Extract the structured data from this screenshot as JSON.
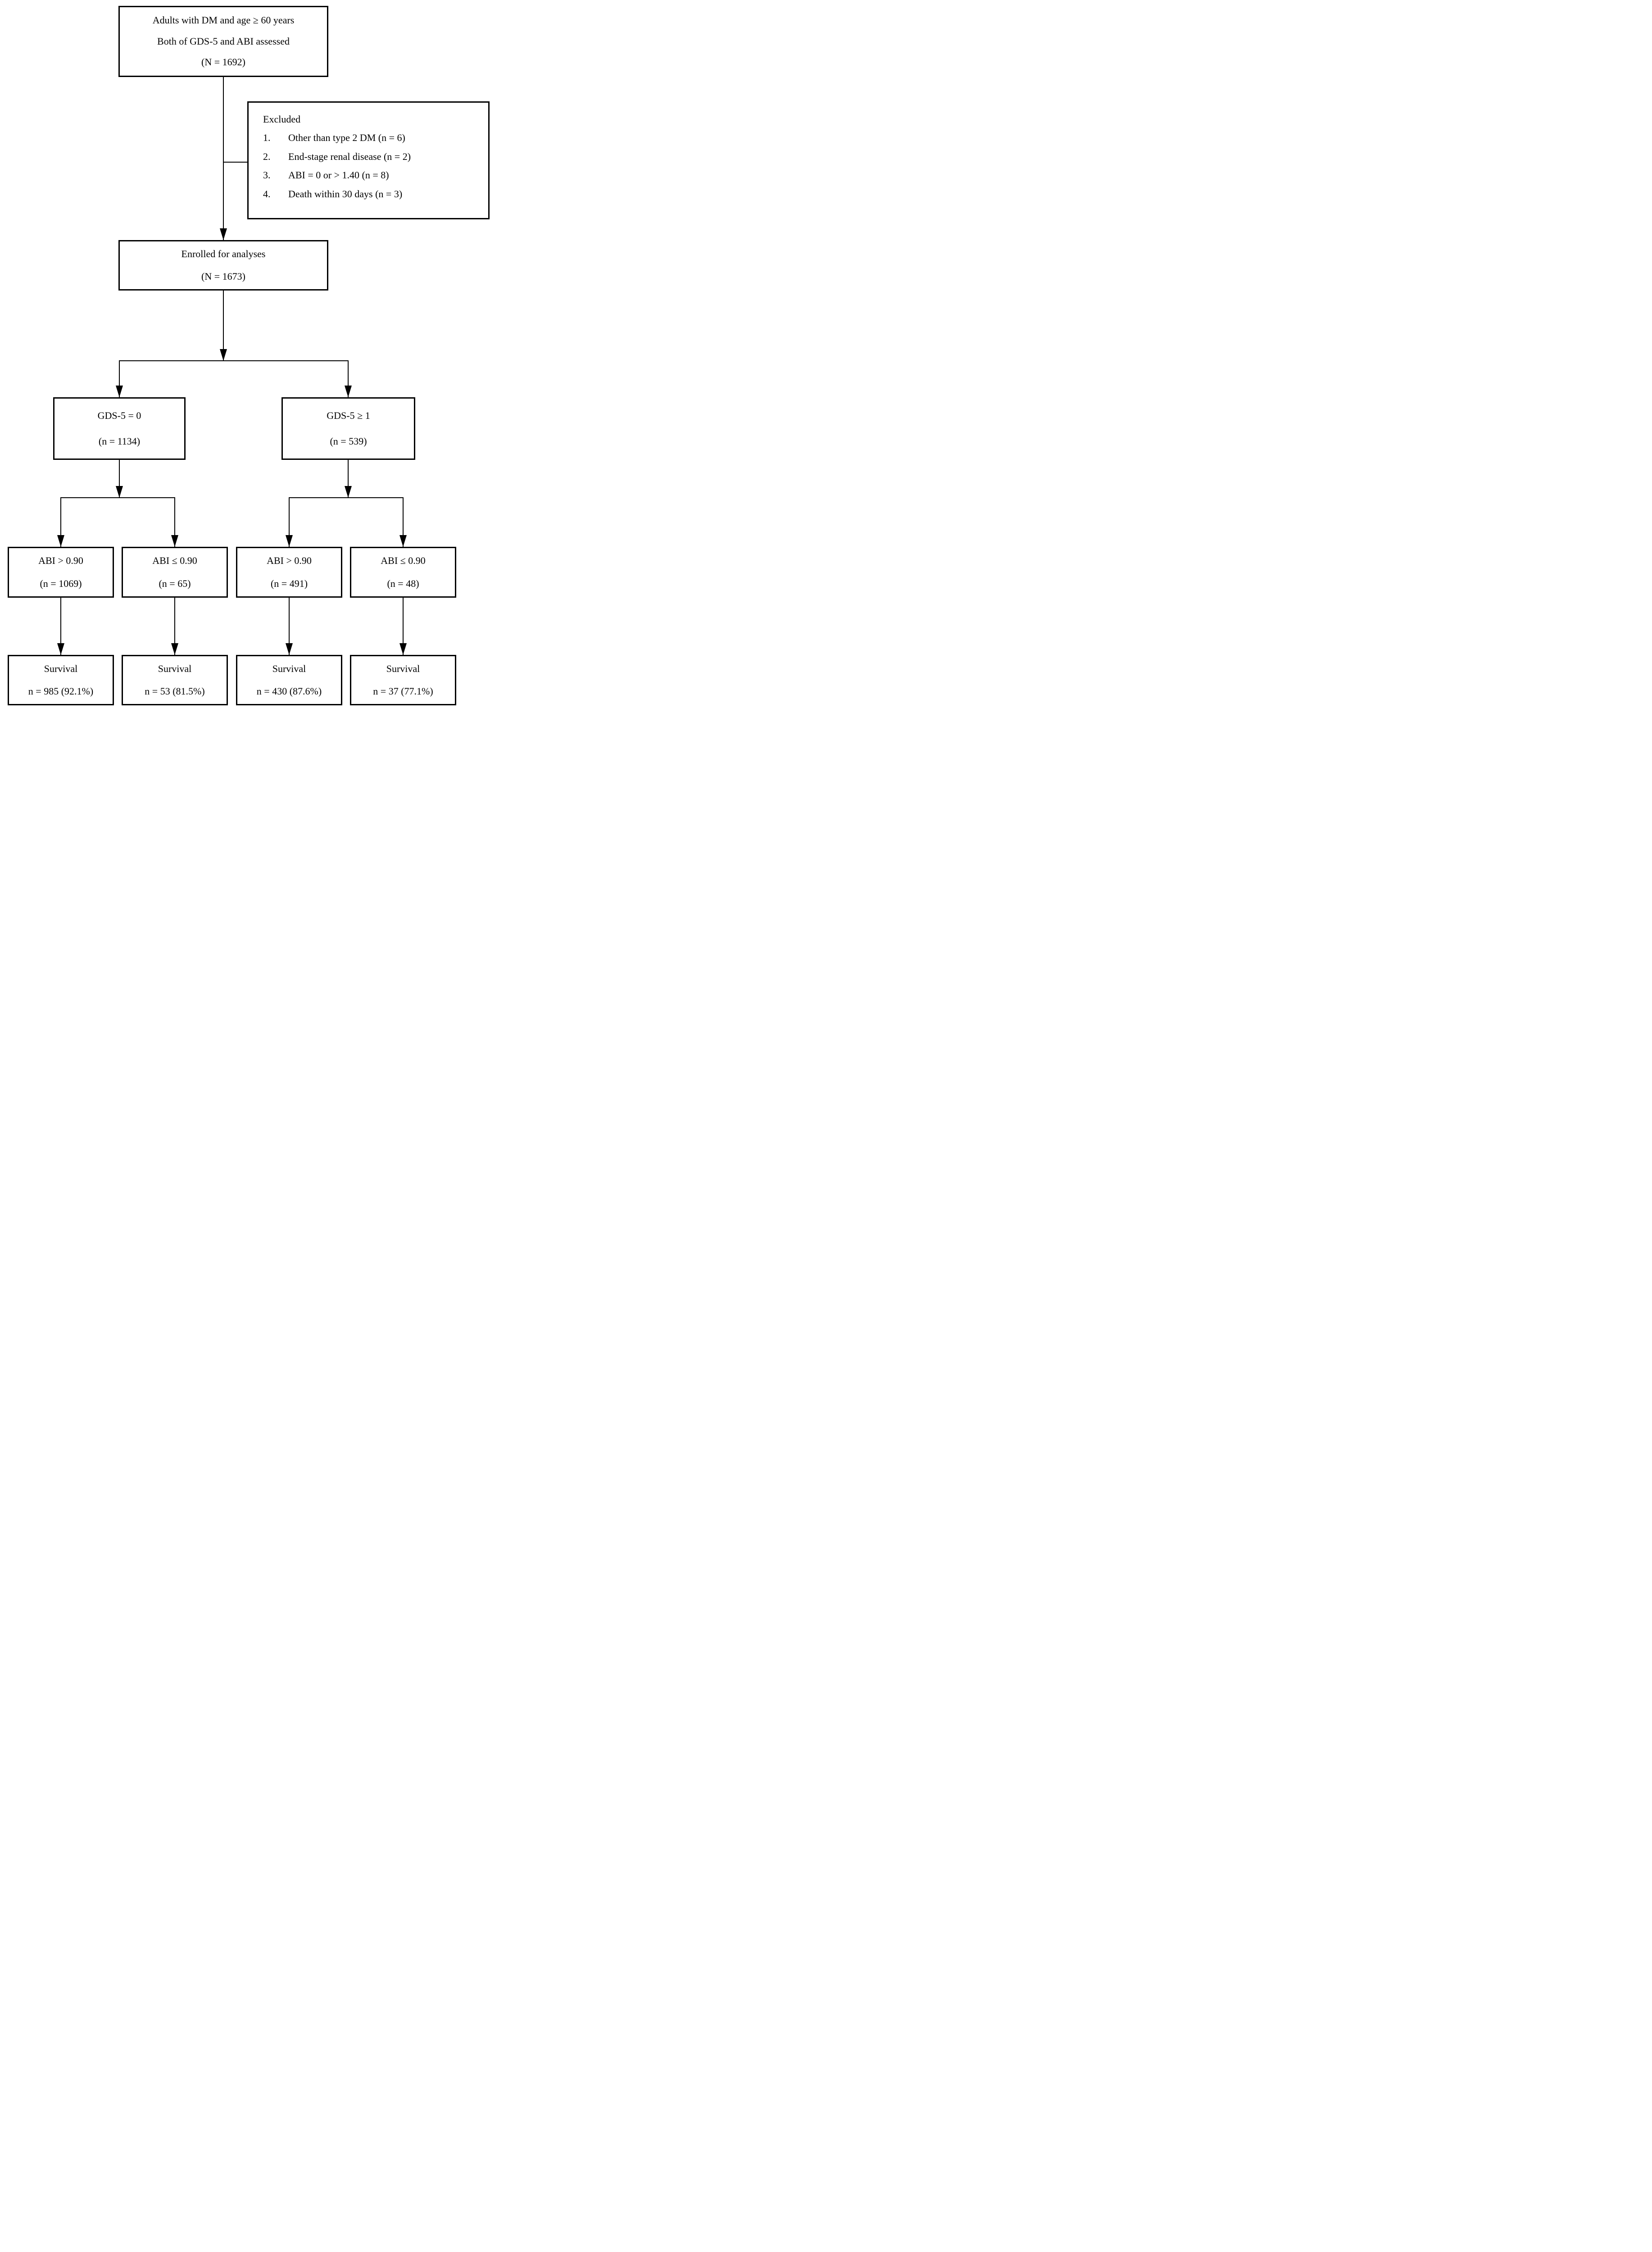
{
  "colors": {
    "line": "#000000",
    "background": "#ffffff"
  },
  "flowchart": {
    "top_box": {
      "lines": [
        "Adults with DM and age ≥ 60 years",
        "Both of GDS-5 and ABI assessed",
        "(N = 1692)"
      ]
    },
    "excluded_box": {
      "title": "Excluded",
      "items": [
        {
          "num": "1.",
          "text": "Other than type 2 DM (n = 6)"
        },
        {
          "num": "2.",
          "text": "End-stage renal disease (n = 2)"
        },
        {
          "num": "3.",
          "text": "ABI = 0 or > 1.40 (n = 8)"
        },
        {
          "num": "4.",
          "text": "Death within 30 days (n = 3)"
        }
      ]
    },
    "enrolled_box": {
      "lines": [
        "Enrolled for analyses",
        "(N = 1673)"
      ]
    },
    "gds_boxes": [
      {
        "lines": [
          "GDS-5 = 0",
          "(n = 1134)"
        ]
      },
      {
        "lines": [
          "GDS-5 ≥ 1",
          "(n = 539)"
        ]
      }
    ],
    "abi_boxes": [
      {
        "lines": [
          "ABI > 0.90",
          "(n = 1069)"
        ]
      },
      {
        "lines": [
          "ABI ≤ 0.90",
          "(n = 65)"
        ]
      },
      {
        "lines": [
          "ABI > 0.90",
          "(n = 491)"
        ]
      },
      {
        "lines": [
          "ABI ≤ 0.90",
          "(n = 48)"
        ]
      }
    ],
    "survival_boxes": [
      {
        "lines": [
          "Survival",
          "n = 985 (92.1%)"
        ]
      },
      {
        "lines": [
          "Survival",
          "n = 53 (81.5%)"
        ]
      },
      {
        "lines": [
          "Survival",
          "n = 430 (87.6%)"
        ]
      },
      {
        "lines": [
          "Survival",
          "n = 37 (77.1%)"
        ]
      }
    ]
  }
}
